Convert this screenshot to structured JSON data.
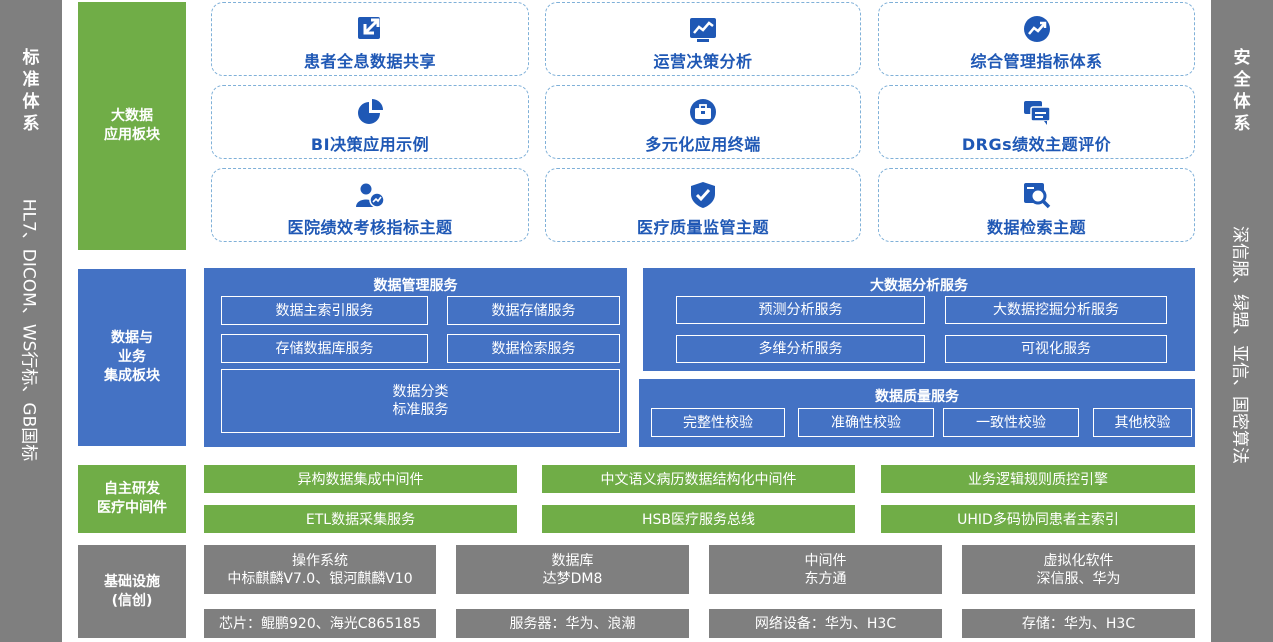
{
  "left_panel": {
    "title": [
      "标",
      "准",
      "体",
      "系"
    ],
    "subtitle": "HL7、DICOM、WS行标、GB国标"
  },
  "right_panel": {
    "title": [
      "安",
      "全",
      "体",
      "系"
    ],
    "subtitle": "深信服、绿盟、亚信、国密算法"
  },
  "rows": {
    "app": {
      "label": [
        "大数据",
        "应用板块"
      ]
    },
    "integration": {
      "label": [
        "数据与",
        "业务",
        "集成板块"
      ]
    },
    "middleware": {
      "label": [
        "自主研发",
        "医疗中间件"
      ]
    },
    "infra": {
      "label": [
        "基础设施",
        "(信创)"
      ]
    }
  },
  "app_cards": [
    {
      "label": "患者全息数据共享",
      "icon": "share-arrow-icon"
    },
    {
      "label": "运营决策分析",
      "icon": "line-chart-icon"
    },
    {
      "label": "综合管理指标体系",
      "icon": "trend-up-icon"
    },
    {
      "label": "BI决策应用示例",
      "icon": "pie-chart-icon"
    },
    {
      "label": "多元化应用终端",
      "icon": "briefcase-icon"
    },
    {
      "label": "DRGs绩效主题评价",
      "icon": "chat-bubbles-icon"
    },
    {
      "label": "医院绩效考核指标主题",
      "icon": "user-chart-icon"
    },
    {
      "label": "医疗质量监管主题",
      "icon": "shield-check-icon"
    },
    {
      "label": "数据检索主题",
      "icon": "magnifier-icon"
    }
  ],
  "data_management": {
    "title": "数据管理服务",
    "items": [
      "数据主索引服务",
      "数据存储服务",
      "存储数据库服务",
      "数据检索服务"
    ],
    "classification": [
      "数据分类",
      "标准服务"
    ]
  },
  "bigdata_analysis": {
    "title": "大数据分析服务",
    "items": [
      "预测分析服务",
      "大数据挖掘分析服务",
      "多维分析服务",
      "可视化服务"
    ]
  },
  "data_quality": {
    "title": "数据质量服务",
    "items": [
      "完整性校验",
      "准确性校验",
      "一致性校验",
      "其他校验"
    ]
  },
  "middleware_items": [
    "异构数据集成中间件",
    "中文语义病历数据结构化中间件",
    "业务逻辑规则质控引擎",
    "ETL数据采集服务",
    "HSB医疗服务总线",
    "UHID多码协同患者主索引"
  ],
  "infra_top": [
    {
      "title": "操作系统",
      "detail": "中标麒麟V7.0、银河麒麟V10"
    },
    {
      "title": "数据库",
      "detail": "达梦DM8"
    },
    {
      "title": "中间件",
      "detail": "东方通"
    },
    {
      "title": "虚拟化软件",
      "detail": "深信服、华为"
    }
  ],
  "infra_bottom": [
    "芯片：鲲鹏920、海光C865185",
    "服务器：华为、浪潮",
    "网络设备：华为、H3C",
    "存储：华为、H3C"
  ],
  "colors": {
    "green": "#70ad47",
    "blue": "#4472c4",
    "gray": "#7f7f7f",
    "card_text": "#1f58b5",
    "card_border": "#7fb0d8"
  }
}
